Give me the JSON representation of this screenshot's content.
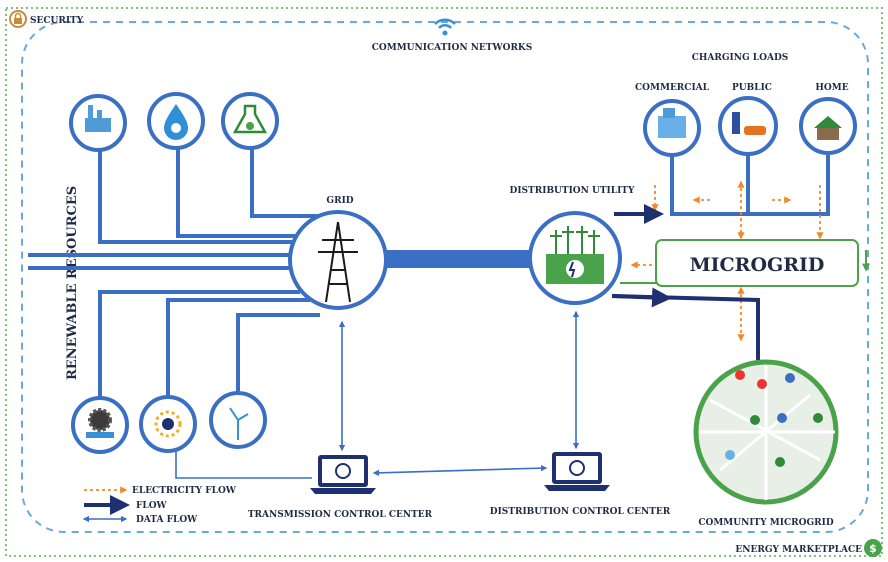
{
  "corner_labels": {
    "security": "SECURITY",
    "energy_marketplace": "ENERGY MARKETPLACE"
  },
  "header": {
    "communication_networks": "COMMUNICATION NETWORKS",
    "charging_loads": "CHARGING LOADS"
  },
  "side": {
    "renewable_resources": "RENEWABLE RESOURCES"
  },
  "nodes": {
    "grid": "GRID",
    "distribution_utility": "DISTRIBUTION UTILITY",
    "commercial": "COMMERCIAL",
    "public": "PUBLIC",
    "home": "HOME",
    "microgrid": "MICROGRID",
    "transmission_control_center": "TRANSMISSION CONTROL CENTER",
    "distribution_control_center": "DISTRIBUTION CONTROL CENTER",
    "community_microgrid": "COMMUNITY MICROGRID"
  },
  "legend": {
    "electricity_flow": "ELECTRICITY FLOW",
    "flow": "FLOW",
    "data_flow": "DATA FLOW"
  },
  "colors": {
    "line_blue": "#3a6fc4",
    "dark_blue": "#1e3070",
    "orange": "#f08a2c",
    "green": "#4aa34a",
    "dashed_border": "#6aa9dc"
  },
  "icons": {
    "renewable_top": [
      "factory-icon",
      "water-drop-icon",
      "flask-icon"
    ],
    "renewable_bottom": [
      "turbine-gear-icon",
      "solar-bulb-icon",
      "wind-turbine-icon"
    ],
    "loads": [
      "commercial-building-icon",
      "ev-charger-icon",
      "house-icon"
    ]
  }
}
